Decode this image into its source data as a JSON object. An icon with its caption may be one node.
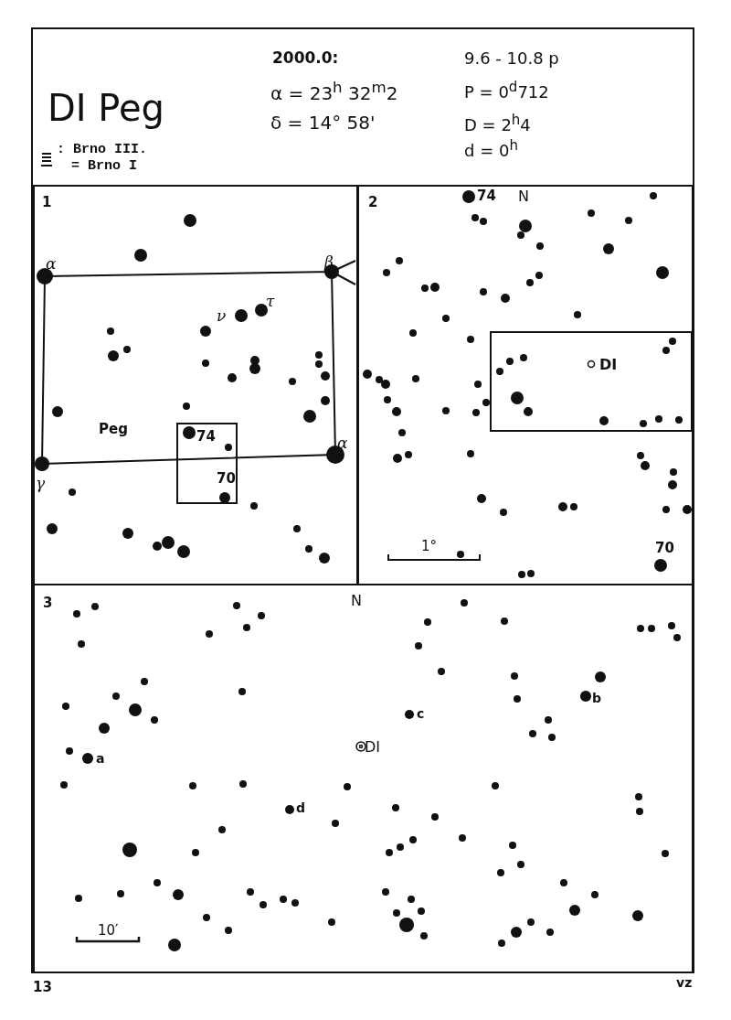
{
  "diagram": {
    "title": "DI Peg",
    "nodes": [
      {
        "text": [
          "1"
        ]
      },
      {
        "text": [
          "74",
          "70"
        ],
        "in": 0
      },
      {
        "text": [
          "2"
        ]
      },
      {
        "text": [
          "DI"
        ],
        "in": 2
      },
      {
        "text": [
          "3"
        ]
      }
    ],
    "labels": [
      "2000.0:",
      "α = 23$^{h}$ 32$^{m}$2",
      "δ = 14° 58'",
      "9.6 - 10.8 p",
      "P = 0$^{d}$712",
      "D = 2$^{h}$4",
      "d = 0$^{h}$",
      ": Brno III.",
      "= Brno I",
      "α",
      "β",
      "ν",
      "τ",
      "Peg",
      "α",
      "γ",
      "74",
      "N",
      "1°",
      "70",
      "N",
      "b",
      "c",
      "DI",
      "a",
      "d",
      "10′",
      "13",
      "vz"
    ]
  }
}
